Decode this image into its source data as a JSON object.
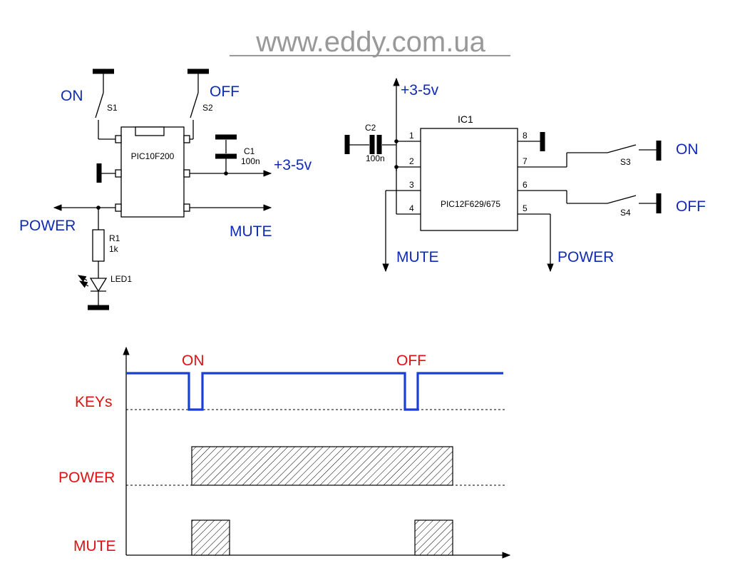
{
  "watermark": "www.eddy.com.ua",
  "colors": {
    "label_blue": "#0f2ab8",
    "label_red": "#e21010",
    "signal_blue": "#1a3fd6",
    "watermark_gray": "#999999"
  },
  "left_circuit": {
    "chip": "PIC10F200",
    "switch1": {
      "name": "S1",
      "label": "ON"
    },
    "switch2": {
      "name": "S2",
      "label": "OFF"
    },
    "capacitor": {
      "name": "C1",
      "value": "100n"
    },
    "supply": "+3-5v",
    "resistor": {
      "name": "R1",
      "value": "1k"
    },
    "led": "LED1",
    "out_power": "POWER",
    "out_mute": "MUTE"
  },
  "right_circuit": {
    "ic_name": "IC1",
    "chip": "PIC12F629/675",
    "supply": "+3-5v",
    "capacitor": {
      "name": "C2",
      "value": "100n"
    },
    "pins": [
      "1",
      "2",
      "3",
      "4",
      "5",
      "6",
      "7",
      "8"
    ],
    "switch3": {
      "name": "S3",
      "label": "ON"
    },
    "switch4": {
      "name": "S4",
      "label": "OFF"
    },
    "out_mute": "MUTE",
    "out_power": "POWER"
  },
  "timing": {
    "rows": [
      "KEYs",
      "POWER",
      "MUTE"
    ],
    "key_on": "ON",
    "key_off": "OFF"
  }
}
